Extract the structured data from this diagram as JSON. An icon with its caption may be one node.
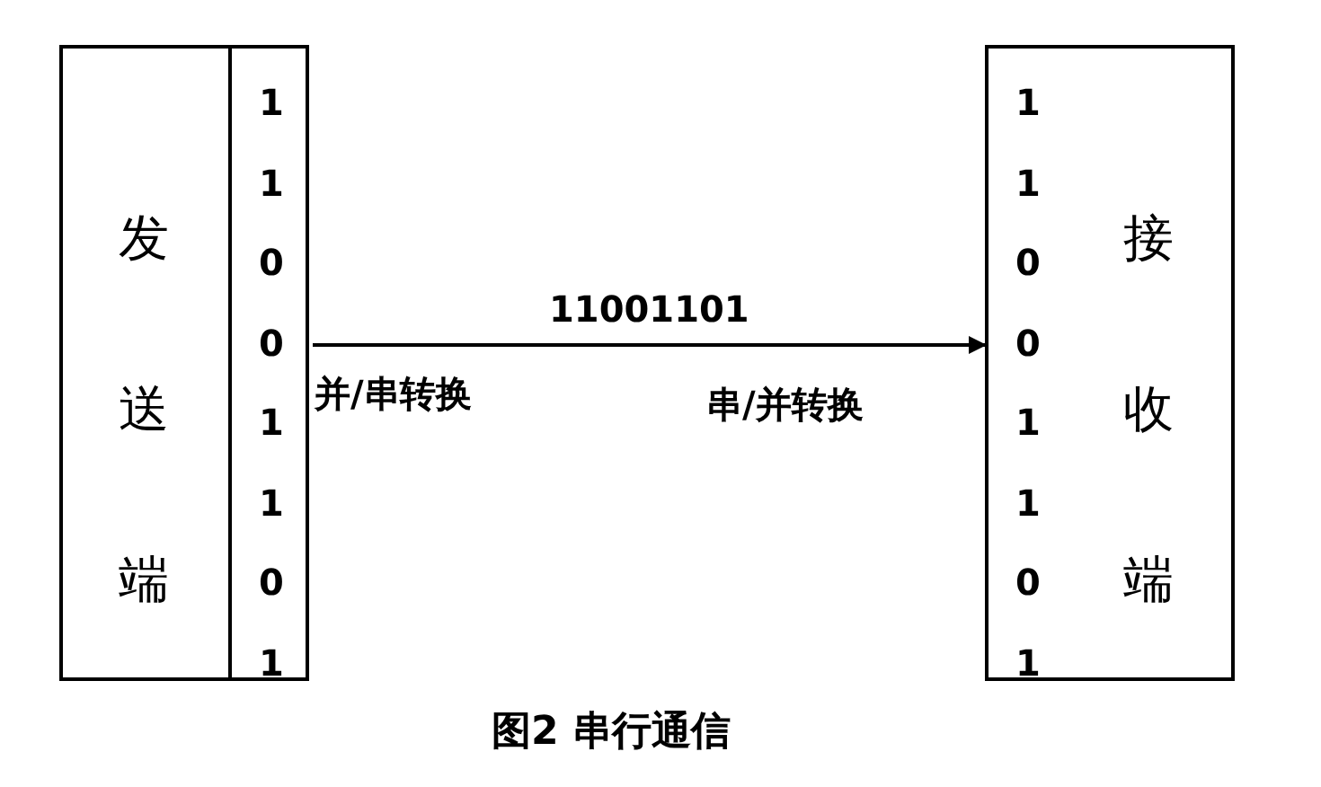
{
  "diagram": {
    "caption": "图2 串行通信",
    "nodes": [
      {
        "text": [
          "发送端"
        ]
      },
      {
        "text": [
          "1 1 0 0 1 1 0 1"
        ],
        "in": 0
      },
      {
        "text": [
          "接收端"
        ]
      },
      {
        "text": [
          "1 1 0 0 1 1 0 1"
        ],
        "in": 2
      }
    ],
    "edges": [
      {
        "from": 1,
        "to": 3,
        "arrow": "to",
        "label": "11001101"
      }
    ],
    "labels": [
      "并/串转换",
      "串/并转换"
    ]
  }
}
